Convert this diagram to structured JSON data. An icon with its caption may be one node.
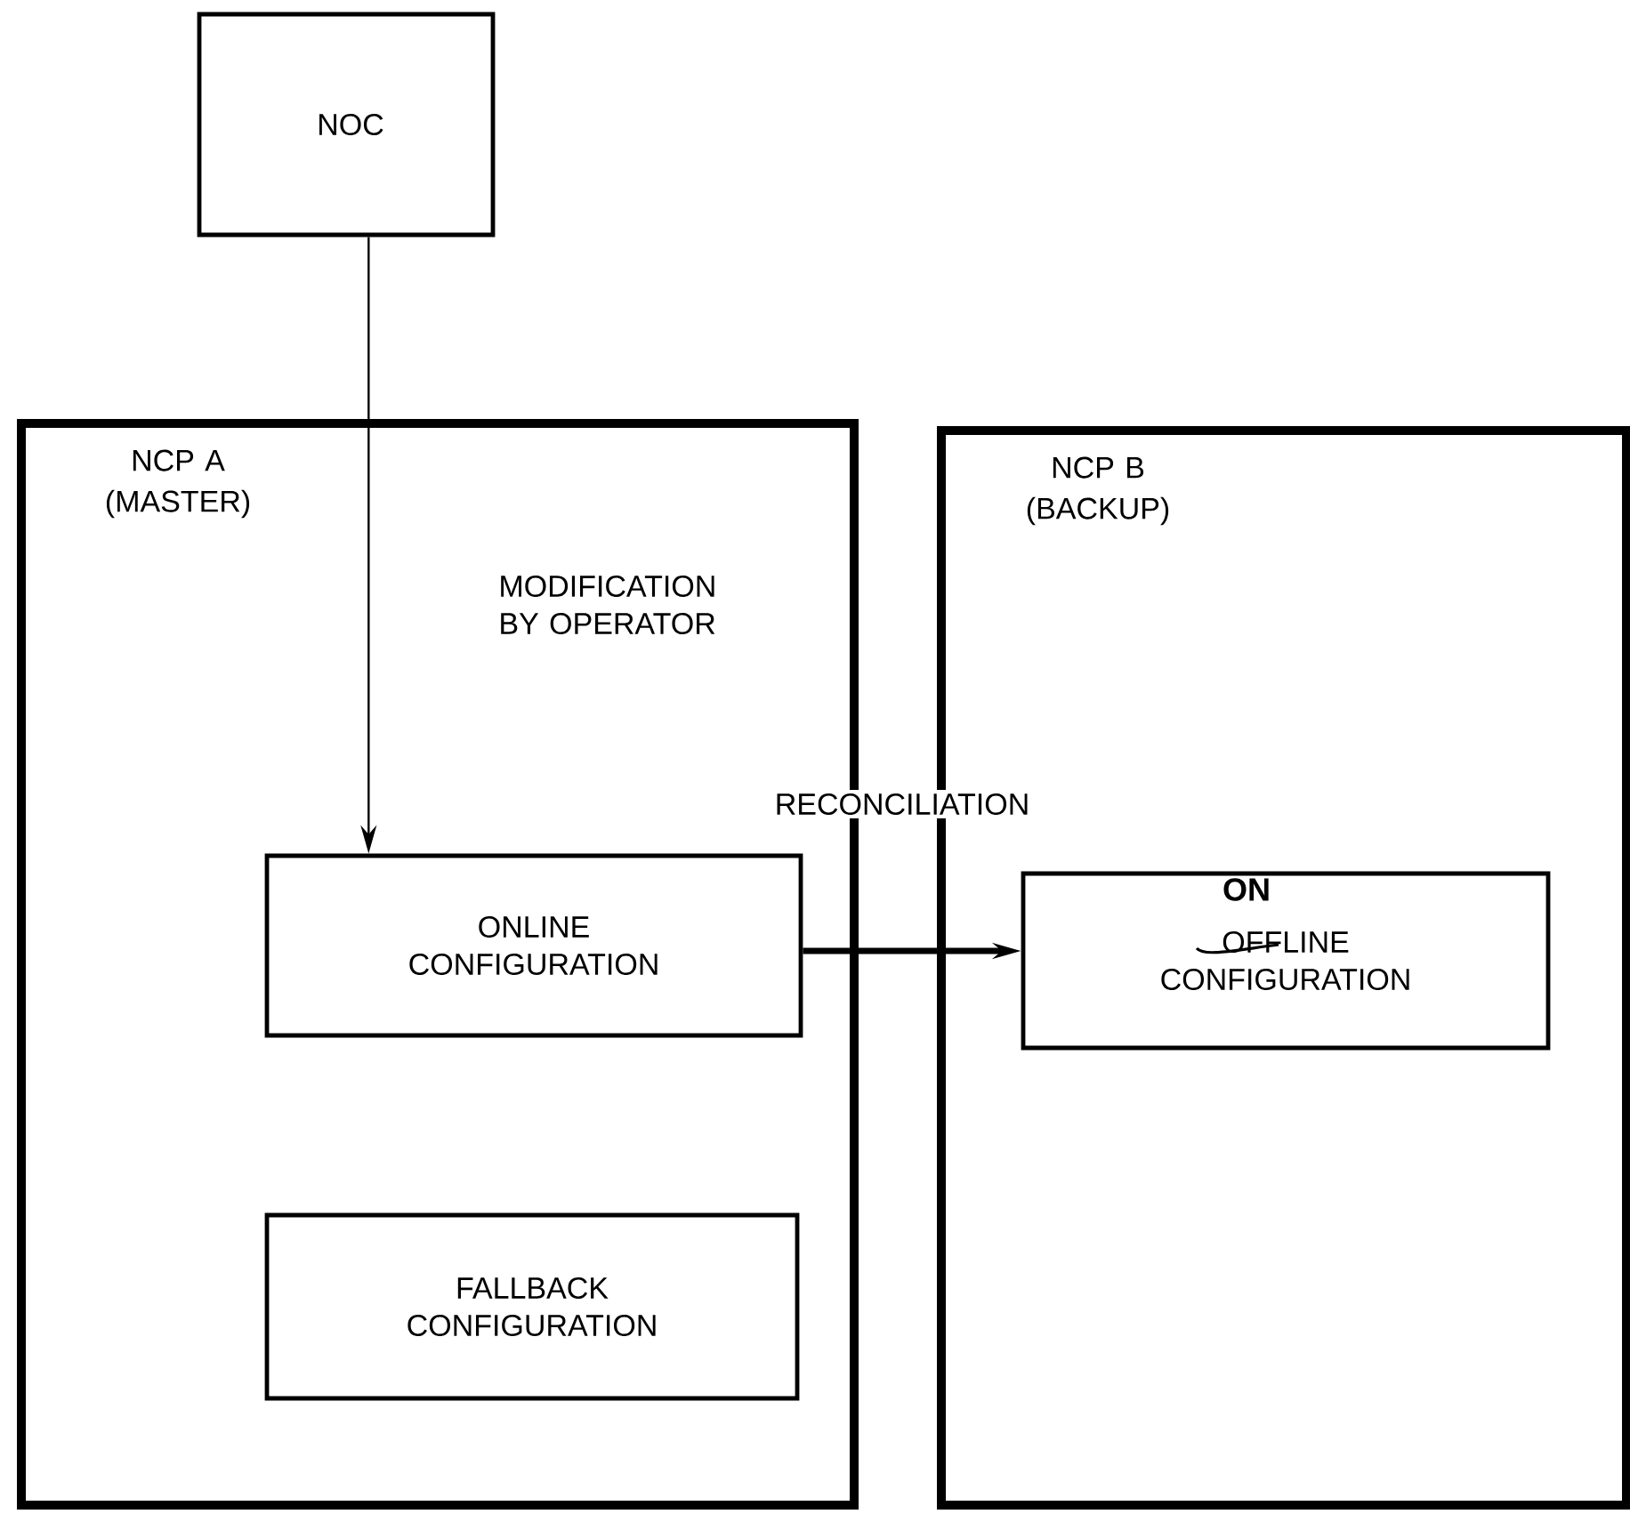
{
  "diagram": {
    "nodes": [
      {
        "text": [
          "NOC"
        ]
      },
      {
        "text": [
          "NCP A (MASTER)"
        ]
      },
      {
        "text": [
          "ONLINE CONFIGURATION"
        ],
        "in": 1
      },
      {
        "text": [
          "FALLBACK CONFIGURATION"
        ],
        "in": 1
      },
      {
        "text": [
          "NCP B (BACKUP)"
        ]
      },
      {
        "text": [
          "ON",
          "OFFLINE CONFIGURATION"
        ],
        "in": 4
      }
    ],
    "edges": [
      {
        "from": 0,
        "to": 2,
        "arrow": "to",
        "label": "MODIFICATION BY OPERATOR"
      },
      {
        "from": 2,
        "to": 5,
        "arrow": "to",
        "label": "RECONCILIATION",
        "style": "thick"
      }
    ]
  }
}
